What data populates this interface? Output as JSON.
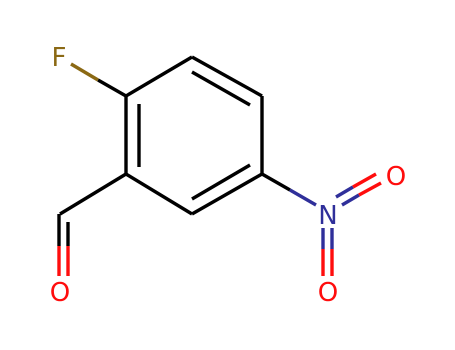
{
  "molecule": {
    "atoms": [
      {
        "id": "F",
        "symbol": "F",
        "color": "#8b6914"
      },
      {
        "id": "O_aldehyde",
        "symbol": "O",
        "color": "#ff0d0d"
      },
      {
        "id": "N",
        "symbol": "N",
        "color": "#2f2f9a"
      },
      {
        "id": "O_nitro_right",
        "symbol": "O",
        "color": "#ff0d0d"
      },
      {
        "id": "O_nitro_bottom",
        "symbol": "O",
        "color": "#ff0d0d"
      }
    ],
    "bond_color": "#000000"
  }
}
